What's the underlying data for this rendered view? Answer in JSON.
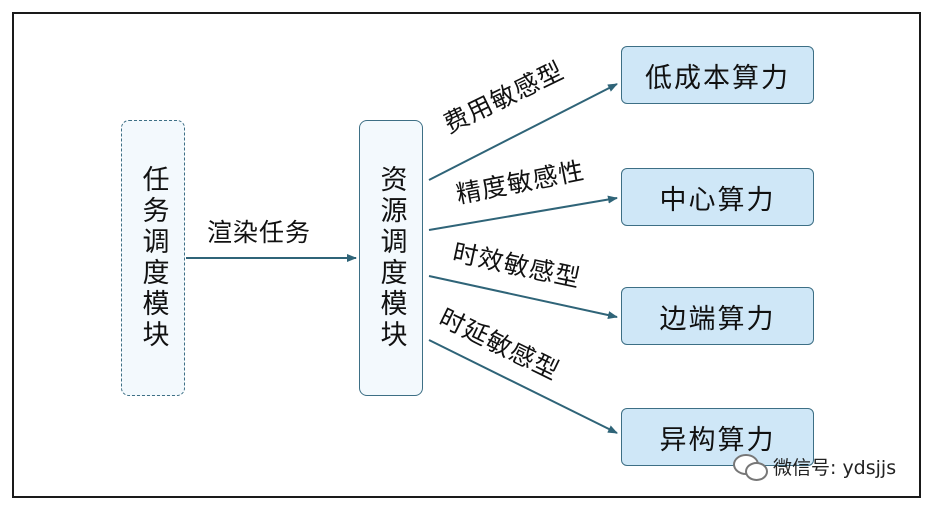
{
  "diagram": {
    "task_module": {
      "label": "任务调度模块"
    },
    "resource_module": {
      "label": "资源调度模块"
    },
    "render_task_label": "渲染任务",
    "compute_types": [
      {
        "label": "低成本算力",
        "edge_label": "费用敏感型"
      },
      {
        "label": "中心算力",
        "edge_label": "精度敏感性"
      },
      {
        "label": "边端算力",
        "edge_label": "时效敏感型"
      },
      {
        "label": "异构算力",
        "edge_label": "时延敏感型"
      }
    ],
    "colors": {
      "arrow": "#2f6478",
      "box_border": "#3d6f85",
      "box_fill": "#cfe7f7",
      "module_fill": "#f3f9fd"
    }
  },
  "watermark": {
    "icon": "wechat-icon",
    "text": "微信号: ydsjjs"
  }
}
